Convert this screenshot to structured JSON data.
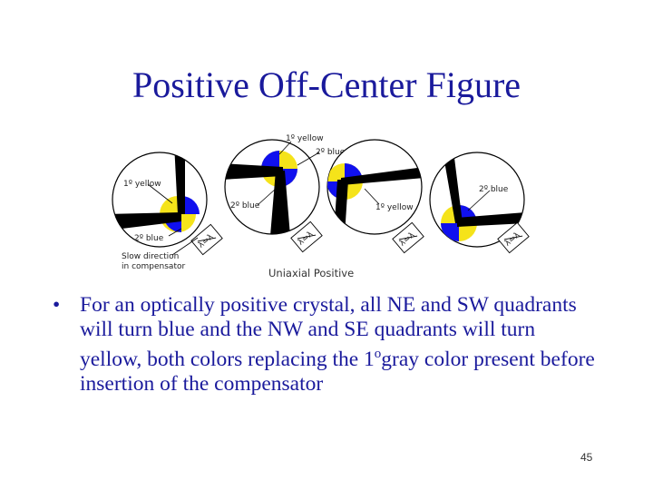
{
  "slide": {
    "title": "Positive Off-Center Figure",
    "bullet": "•",
    "body_before_sup": "For an optically positive crystal, all NE and SW quadrants will turn blue and the NW and SE quadrants will turn yellow, both colors replacing the 1",
    "body_sup": "o",
    "body_after_sup": "gray color present before insertion of the compensator",
    "page_number": "45"
  },
  "figure": {
    "caption": "Uniaxial Positive",
    "labels": {
      "first_yellow": "1º yellow",
      "second_blue": "2º blue",
      "slow_direction": "Slow direction",
      "in_compensator": "in compensator",
      "compensator_mark": "λ=λ"
    },
    "colors": {
      "yellow": "#f5e31a",
      "blue": "#1010ee",
      "isogyre": "#000000",
      "title": "#1a1a9c"
    }
  }
}
